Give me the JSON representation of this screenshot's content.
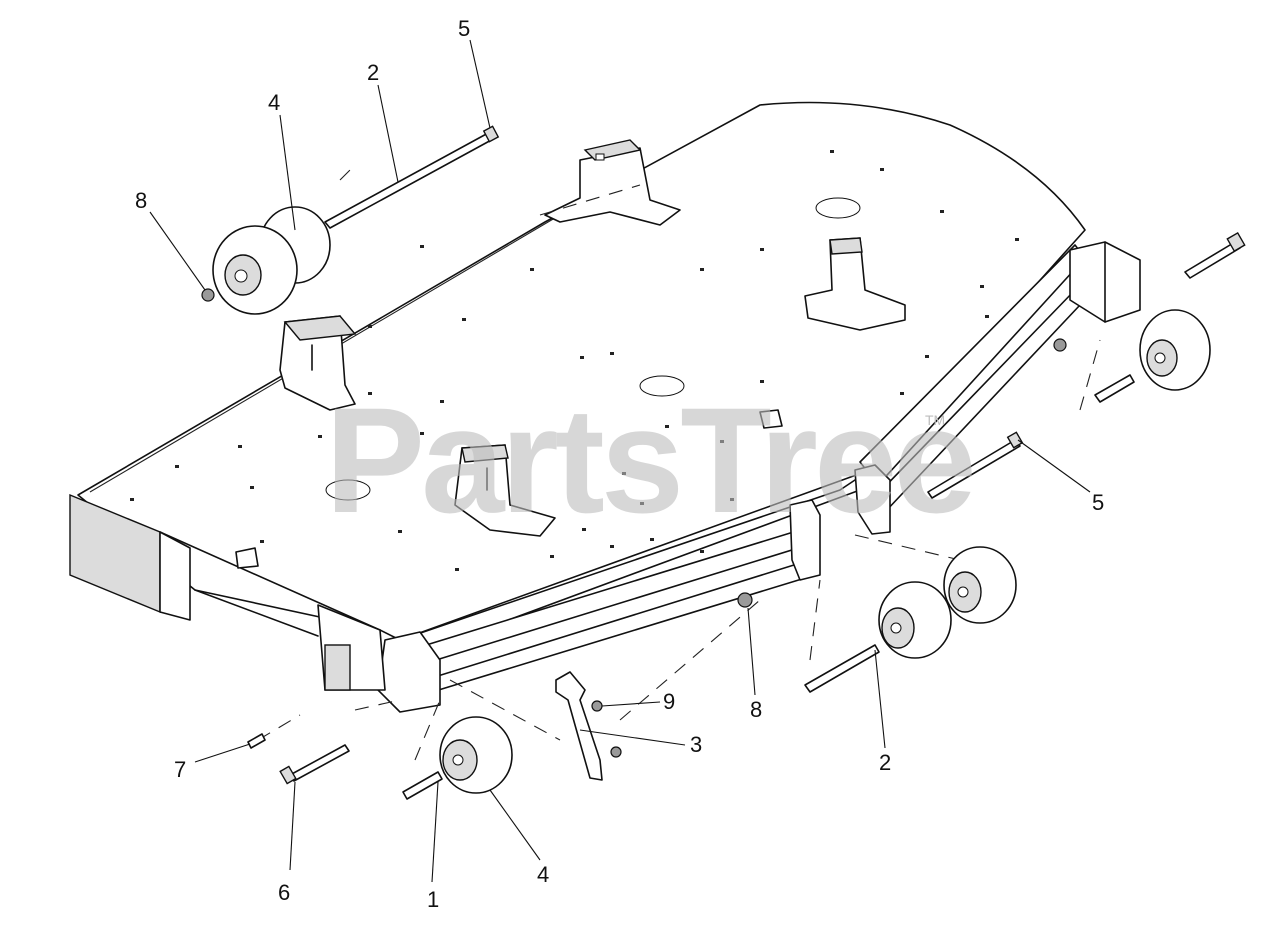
{
  "watermark": {
    "text": "PartsTree",
    "trademark": "TM"
  },
  "callouts": [
    {
      "id": "c-5-top",
      "label": "5"
    },
    {
      "id": "c-2-top",
      "label": "2"
    },
    {
      "id": "c-4-top",
      "label": "4"
    },
    {
      "id": "c-8-left",
      "label": "8"
    },
    {
      "id": "c-5-right",
      "label": "5"
    },
    {
      "id": "c-9",
      "label": "9"
    },
    {
      "id": "c-3",
      "label": "3"
    },
    {
      "id": "c-8-mid",
      "label": "8"
    },
    {
      "id": "c-2-bot",
      "label": "2"
    },
    {
      "id": "c-7",
      "label": "7"
    },
    {
      "id": "c-6",
      "label": "6"
    },
    {
      "id": "c-4-bot",
      "label": "4"
    },
    {
      "id": "c-1",
      "label": "1"
    }
  ]
}
